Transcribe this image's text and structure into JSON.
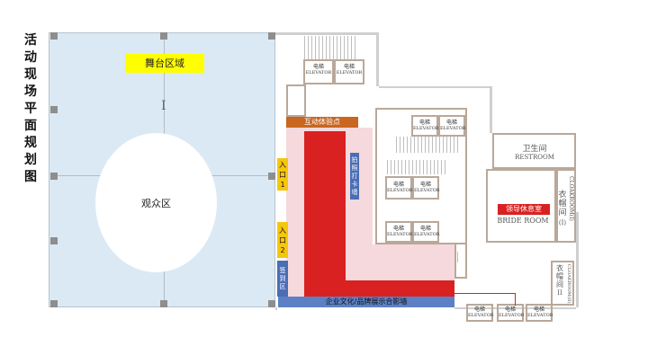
{
  "title_vertical": "活动现场平面规划图",
  "hall": {
    "stage_label": "舞台区域",
    "roman_numeral": "I",
    "audience_label": "观众区"
  },
  "labels": {
    "interactive_point": "互动体验点",
    "entrance_1": "入口1",
    "entrance_2": "入口2",
    "checkin": "签到区",
    "photo_wall": "拍照打卡墙",
    "culture_wall": "企业文化/品牌展示合影墙",
    "vip_lounge": "领导休息室"
  },
  "rooms": {
    "elevator_cn": "电梯",
    "elevator_en": "ELEVATOR",
    "restroom_cn": "卫生间",
    "restroom_en": "RESTROOM",
    "bride_room_en": "BRIDE ROOM",
    "cloakroom_cn_1": "衣帽间",
    "cloakroom_num_1": "(I)",
    "cloakroom_en_1": "CLOAKROOM(I)",
    "cloakroom_cn_2": "衣帽间",
    "cloakroom_num_2": "II",
    "cloakroom_en_2": "CLOAKROOM(II)"
  },
  "colors": {
    "hall_blue": "#dbe9f5",
    "stage_yellow": "#ffff00",
    "zone_red": "#d92121",
    "zone_pink": "#f6d9dc",
    "interactive_orange": "#c9661f",
    "entrance_yellow": "#f5c60c",
    "info_blue": "#5d80c4"
  }
}
